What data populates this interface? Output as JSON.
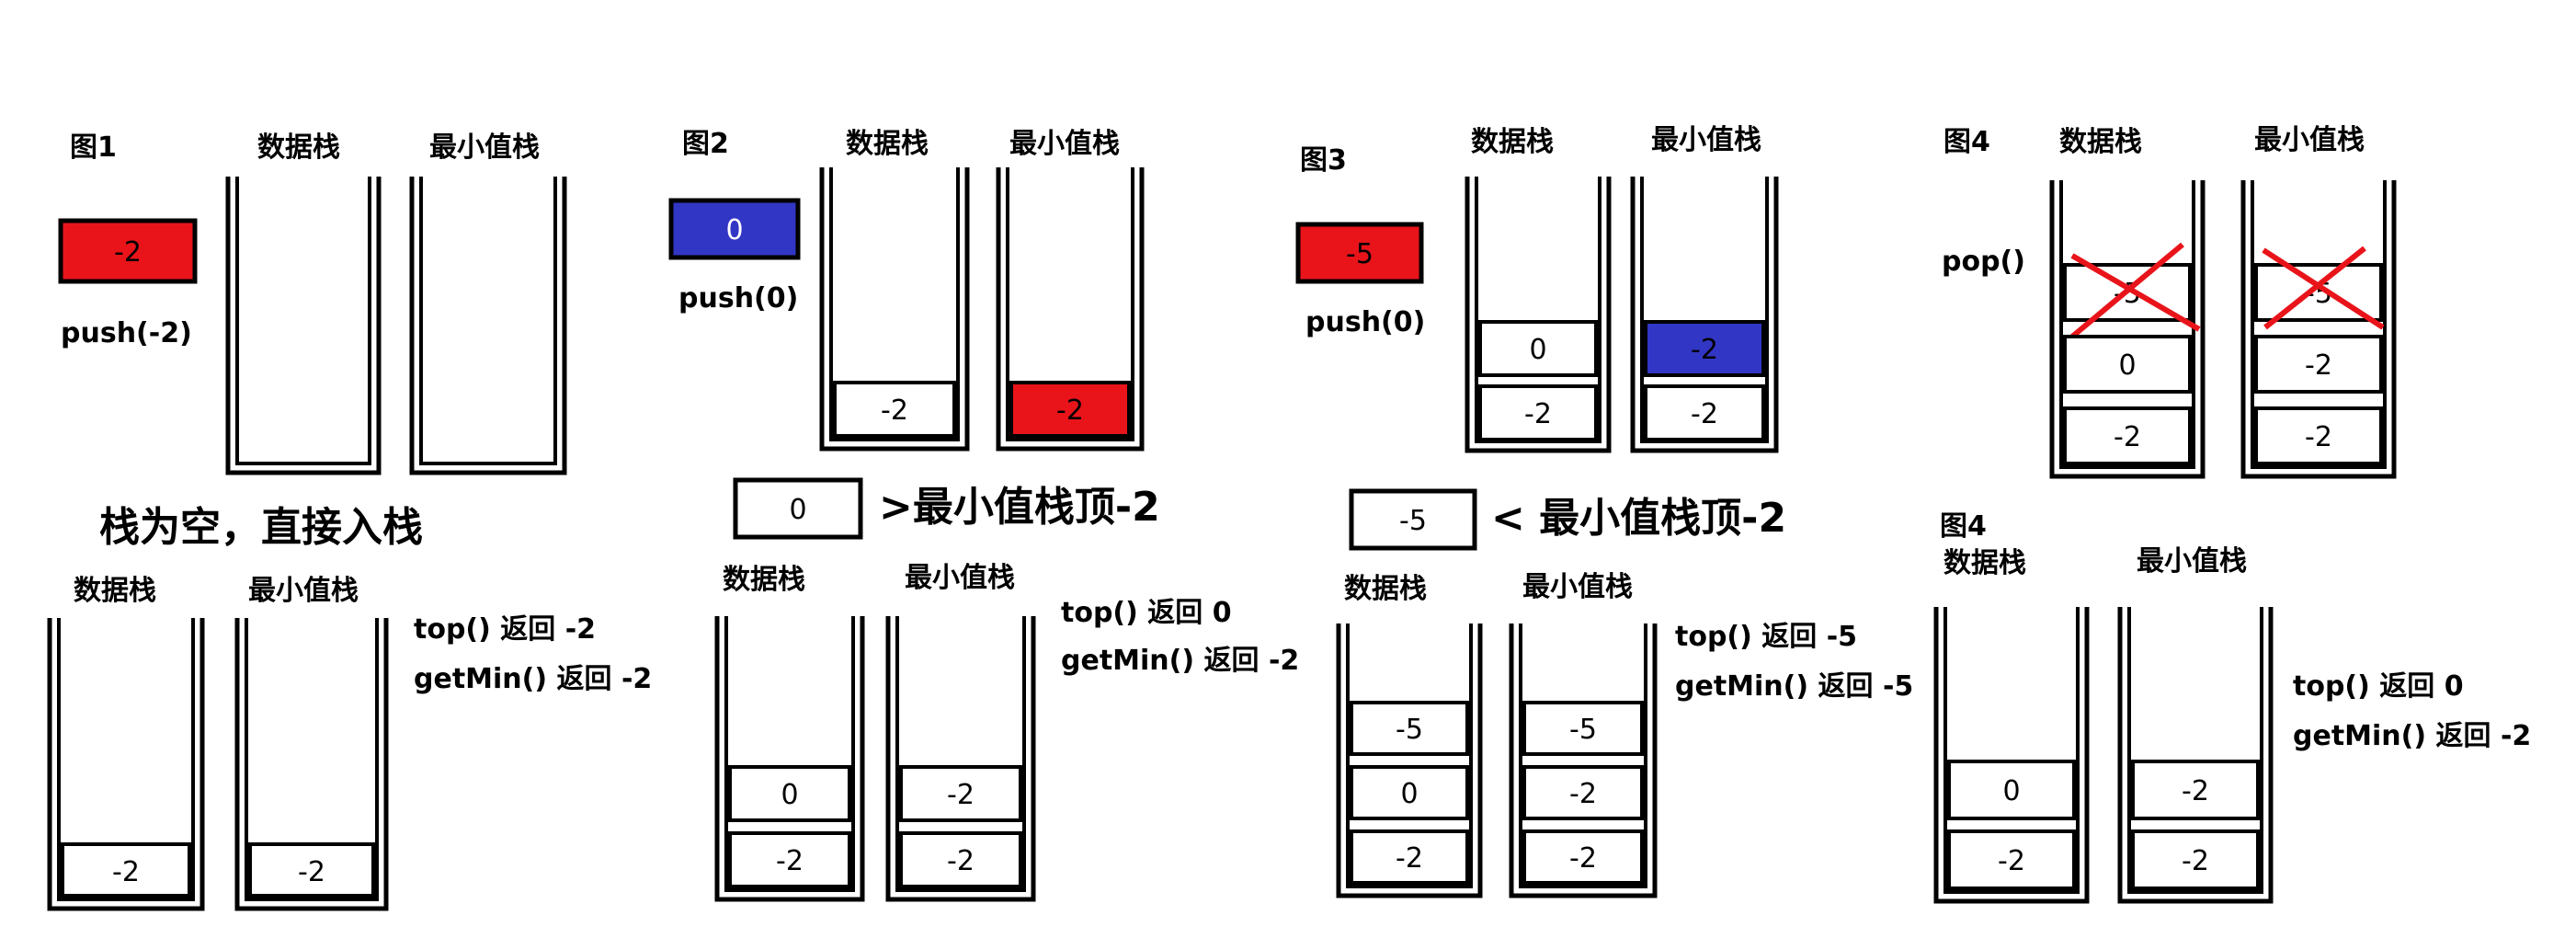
{
  "colors": {
    "red": "#e8141a",
    "blue": "#3236c4",
    "cross": "#e8141a"
  },
  "labels": {
    "fig1": "图1",
    "fig2": "图2",
    "fig3": "图3",
    "fig4": "图4",
    "data_stack": "数据栈",
    "min_stack": "最小值栈"
  },
  "fig1": {
    "push_value": "-2",
    "push_call": "push(-2)",
    "note": "栈为空，直接入栈",
    "result_data": [
      "-2"
    ],
    "result_min": [
      "-2"
    ],
    "top_text": "top() 返回 -2",
    "getmin_text": "getMin() 返回 -2"
  },
  "fig2": {
    "push_value": "0",
    "push_call": "push(0)",
    "before_data": [
      "-2"
    ],
    "before_min": [
      "-2"
    ],
    "compare_value": "0",
    "compare_text": ">最小值栈顶-2",
    "result_data": [
      "-2",
      "0"
    ],
    "result_min": [
      "-2",
      "-2"
    ],
    "top_text": "top() 返回 0",
    "getmin_text": "getMin() 返回 -2"
  },
  "fig3": {
    "push_value": "-5",
    "push_call": "push(0)",
    "before_data": [
      "-2",
      "0"
    ],
    "before_min": [
      "-2",
      "-2"
    ],
    "compare_value": "-5",
    "compare_text": "< 最小值栈顶-2",
    "result_data": [
      "-2",
      "0",
      "-5"
    ],
    "result_min": [
      "-2",
      "-2",
      "-5"
    ],
    "top_text": "top() 返回 -5",
    "getmin_text": "getMin() 返回 -5"
  },
  "fig4": {
    "pop_call": "pop()",
    "before_data": [
      "-2",
      "0",
      "-5"
    ],
    "before_min": [
      "-2",
      "-2",
      "-5"
    ],
    "result_data": [
      "-2",
      "0"
    ],
    "result_min": [
      "-2",
      "-2"
    ],
    "top_text": "top() 返回 0",
    "getmin_text": "getMin() 返回 -2"
  }
}
